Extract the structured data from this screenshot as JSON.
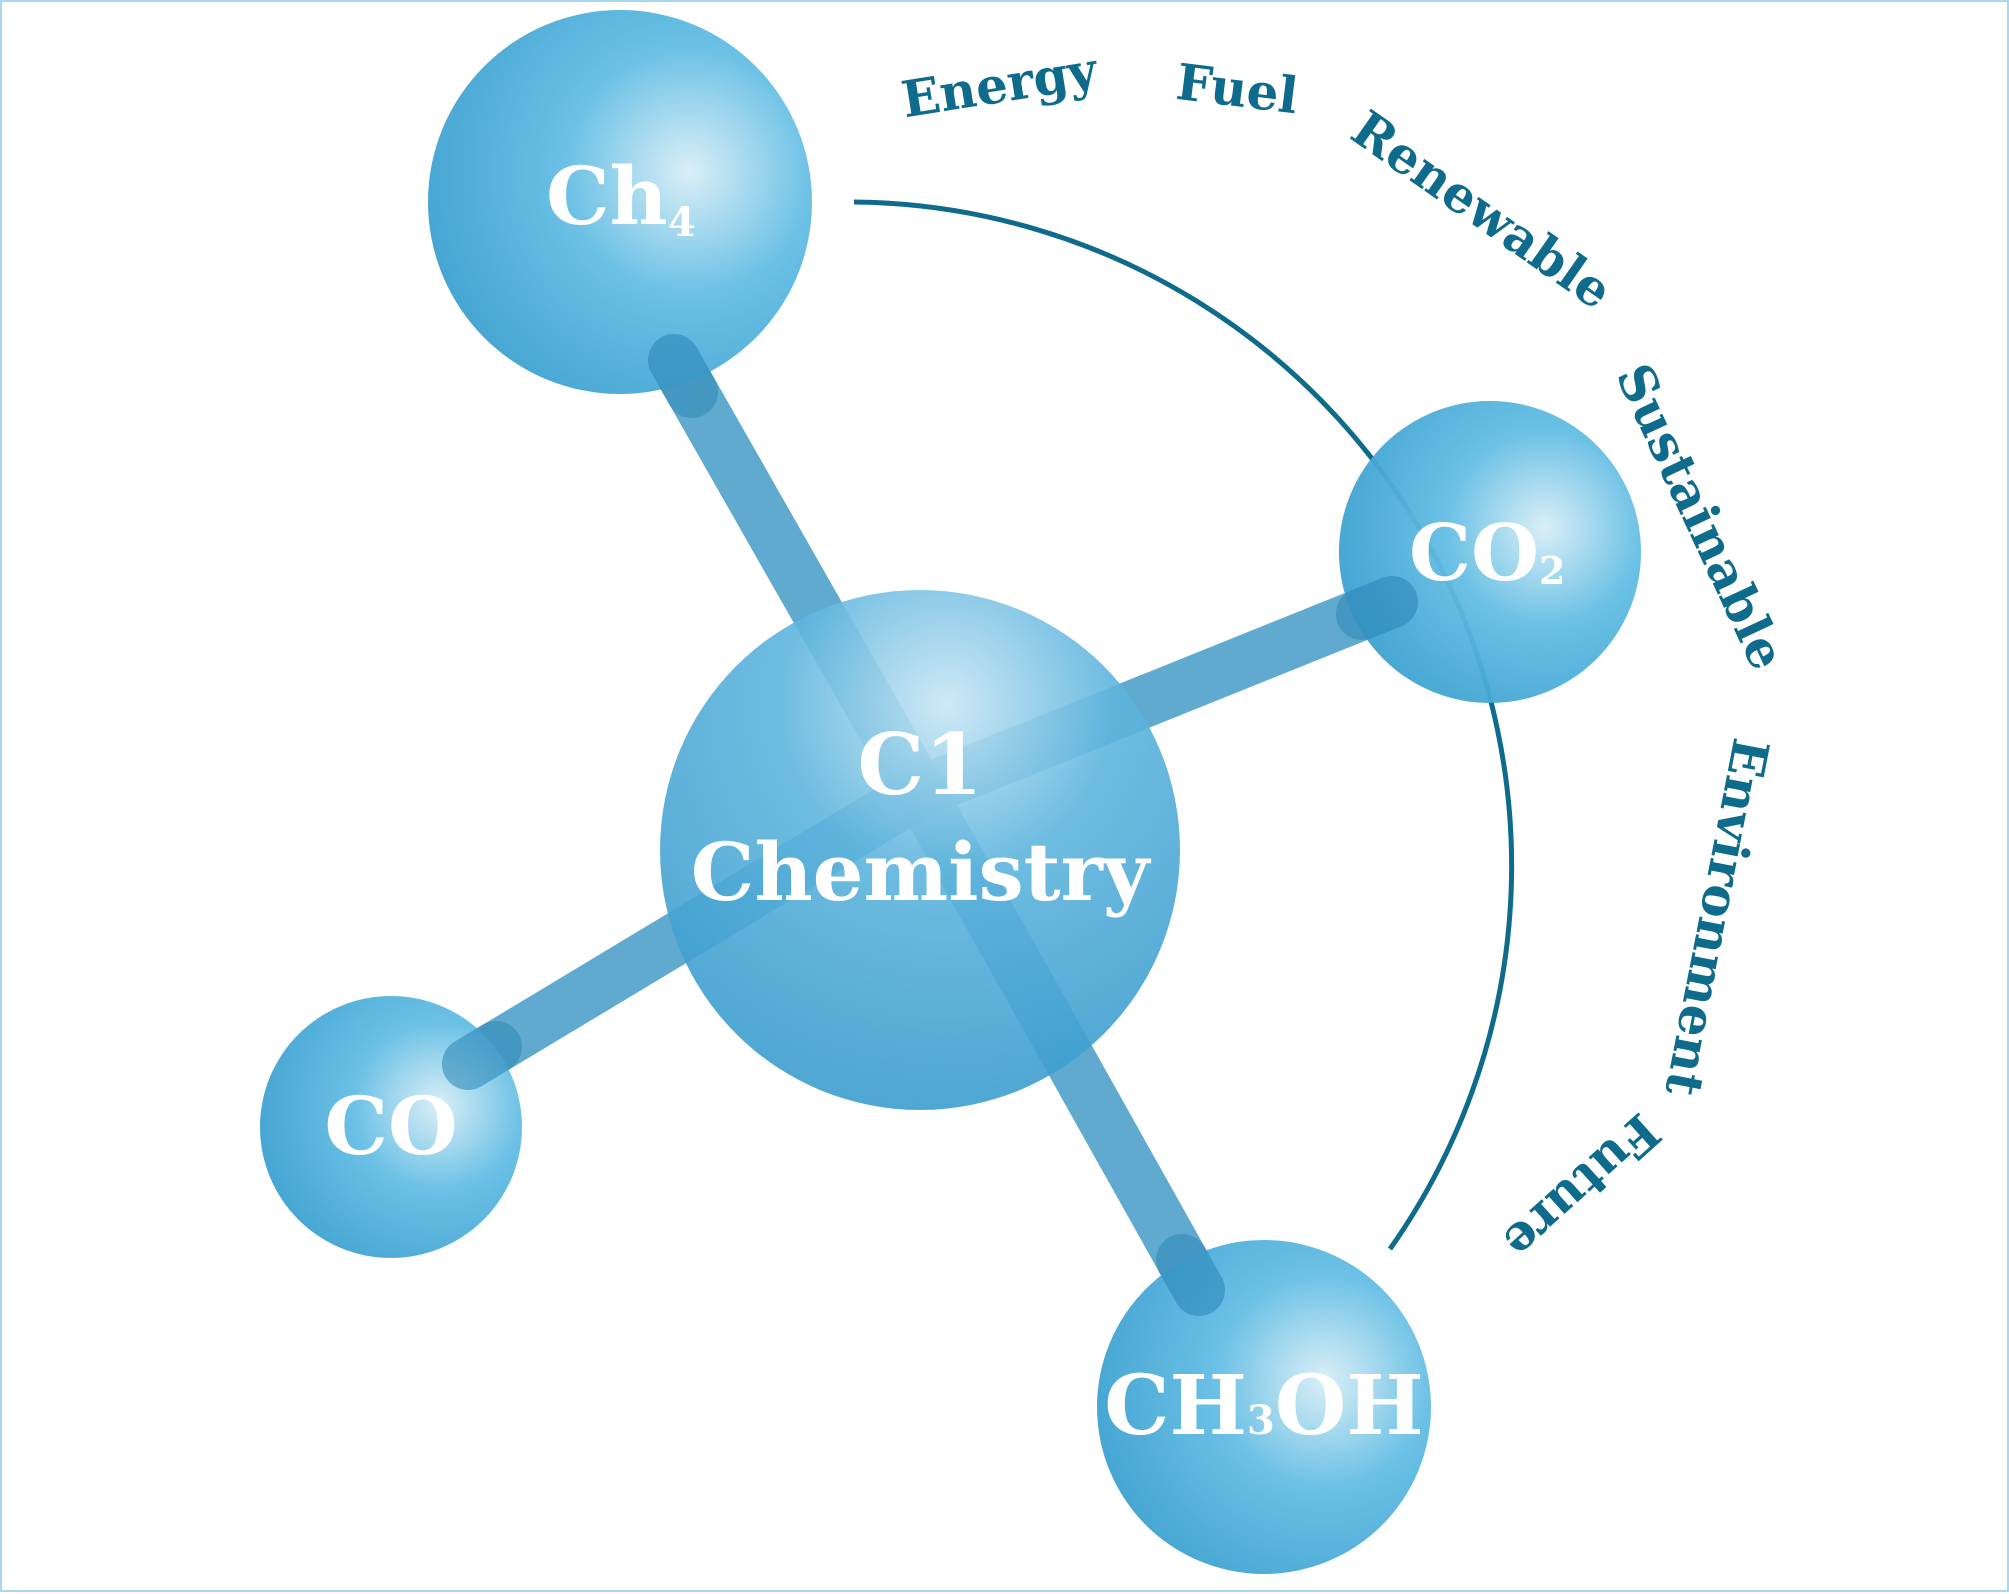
{
  "center": {
    "line1": "C1",
    "line2": "Chemistry"
  },
  "molecules": {
    "ch4": {
      "main": "Ch",
      "sub": "4"
    },
    "co2": {
      "main": "CO",
      "sub": "2"
    },
    "co": {
      "main": "CO"
    },
    "ch3oh": {
      "pre": "CH",
      "sub": "3",
      "post": "OH"
    }
  },
  "arc_words": [
    "Energy",
    "Fuel",
    "Renewable",
    "Sustainable",
    "Environment",
    "Future"
  ],
  "colors": {
    "sphere_light": "#d8eef6",
    "sphere_mid": "#63bde4",
    "sphere_dark": "#3a9fcf",
    "bond": "#3d97c4",
    "arc": "#0f6b8c",
    "border": "#a8d8f0"
  }
}
